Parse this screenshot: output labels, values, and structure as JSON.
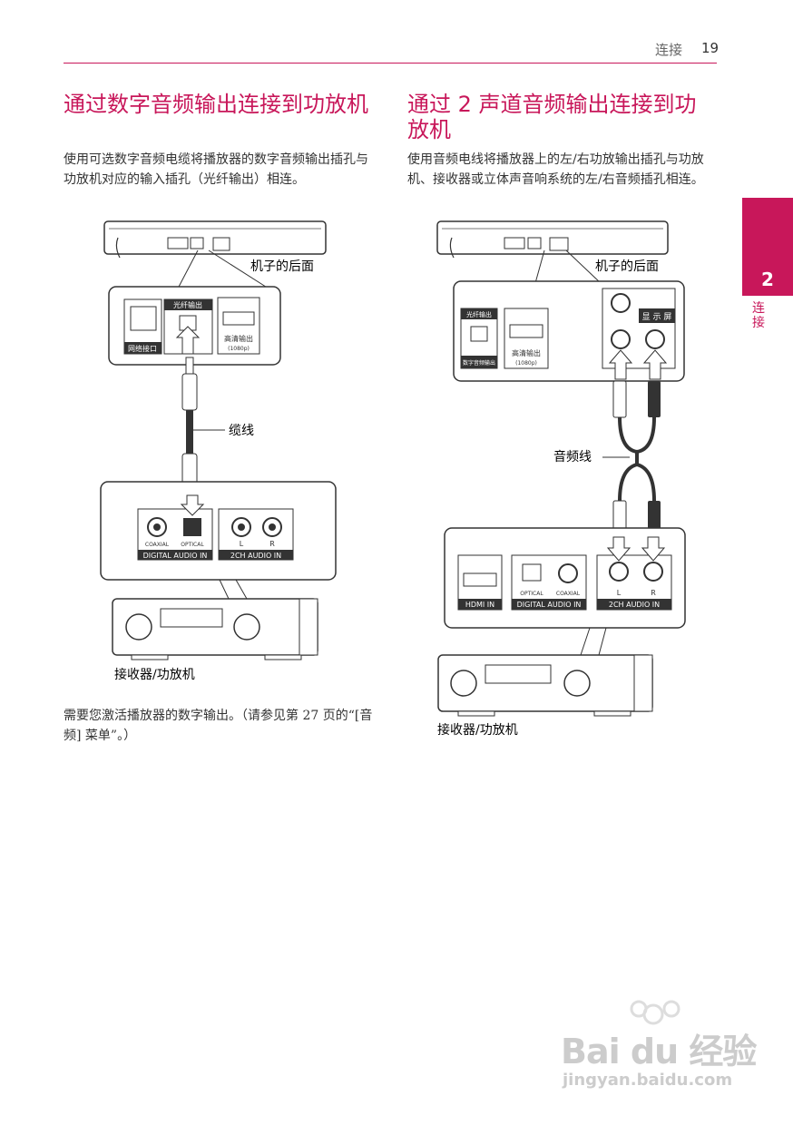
{
  "header": {
    "section": "连接",
    "page": "19"
  },
  "side_tab": {
    "number": "2",
    "label": "连接"
  },
  "left": {
    "title": "通过数字音频输出连接到功放机",
    "body": "使用可选数字音频电缆将播放器的数字音频输出插孔与功放机对应的输入插孔（光纤输出）相连。",
    "rear_label": "机子的后面",
    "lan_label": "网络接口",
    "optical_label": "光纤输出",
    "hdmi_label": "高清输出",
    "hdmi_sub": "(1080p)",
    "cable_label": "缆线",
    "coaxial": "COAXIAL",
    "optical": "OPTICAL",
    "digital_in": "DIGITAL AUDIO IN",
    "l": "L",
    "r": "R",
    "ch_in": "2CH AUDIO IN",
    "receiver_label": "接收器/功放机",
    "note": "需要您激活播放器的数字输出。（请参见第 27 页的“[音频] 菜单”。）"
  },
  "right": {
    "title": "通过 2 声道音频输出连接到功放机",
    "body": "使用音频电线将播放器上的左/右功放输出插孔与功放机、接收器或立体声音响系统的左/右音频插孔相连。",
    "rear_label": "机子的后面",
    "optical_label": "光纤输出",
    "digital_out_label": "数字音频输出",
    "hdmi_label": "高清输出",
    "hdmi_sub": "(1080p)",
    "display_label": "显 示 屏",
    "cable_label": "音频线",
    "hdmi_in": "HDMI IN",
    "optical": "OPTICAL",
    "coaxial": "COAXIAL",
    "digital_in": "DIGITAL AUDIO IN",
    "l": "L",
    "r": "R",
    "ch_in": "2CH AUDIO IN",
    "receiver_label": "接收器/功放机"
  },
  "watermark": {
    "line1": "Bai du 经验",
    "line2": "jingyan.baidu.com"
  },
  "colors": {
    "accent": "#c8175a"
  }
}
